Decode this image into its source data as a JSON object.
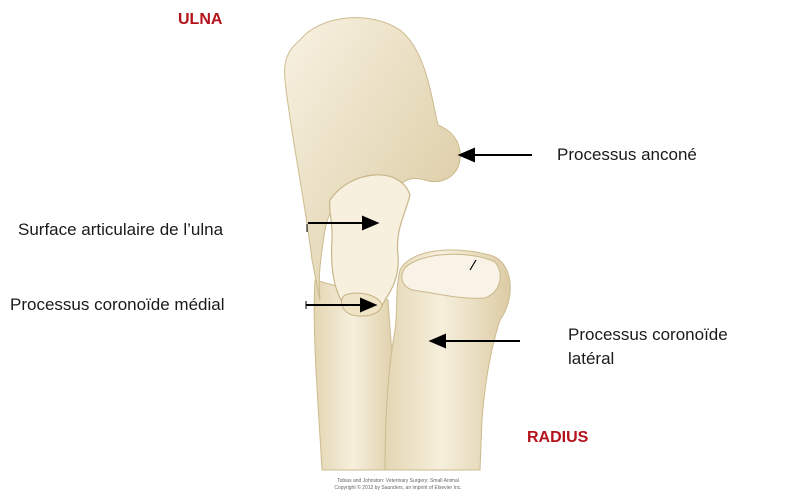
{
  "regions": {
    "ulna": "ULNA",
    "radius": "RADIUS",
    "color": "#b5121b"
  },
  "labels": {
    "anconeal": "Processus anconé",
    "articular_surface": "Surface articulaire de l’ulna",
    "medial_coronoid": "Processus coronoïde médial",
    "lateral_coronoid_line1": "Processus coronoïde",
    "lateral_coronoid_line2": "latéral"
  },
  "credit": {
    "line1": "Tobias and Johnston: Veterinary Surgery: Small Animal",
    "line2": "Copyright © 2012 by Saunders, an imprint of Elsevier Inc."
  },
  "colors": {
    "bone_fill": "#f1e8cf",
    "bone_shadow": "#d9c9a0",
    "bone_outline": "#cdbb8e",
    "arrow": "#000000"
  }
}
